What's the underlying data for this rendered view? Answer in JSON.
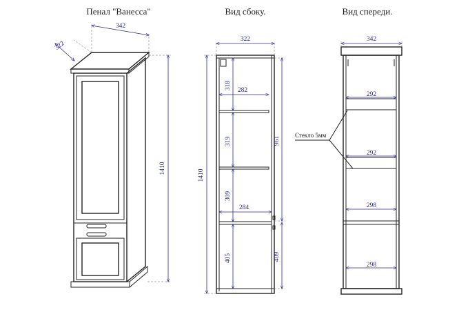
{
  "views": {
    "perspective": {
      "title": "Пенал \"Ванесса\""
    },
    "side": {
      "title": "Вид сбоку."
    },
    "front": {
      "title": "Вид спереди."
    }
  },
  "dimensions": {
    "persp_width": "342",
    "persp_depth": "322",
    "persp_height": "1410",
    "side_depth": "322",
    "side_height": "1410",
    "side_shelf_top": "282",
    "side_shelf_bottom": "284",
    "side_section_1": "318",
    "side_section_2": "319",
    "side_section_3": "309",
    "side_section_4": "405",
    "side_upper_door": "961",
    "side_lower_door": "409",
    "front_width": "342",
    "front_shelf_1": "292",
    "front_shelf_2": "292",
    "front_shelf_3": "298",
    "front_shelf_4": "298"
  },
  "notes": {
    "glass": "Стекло 5мм"
  },
  "colors": {
    "line": "#222222",
    "dimension": "#2a2a8a"
  }
}
